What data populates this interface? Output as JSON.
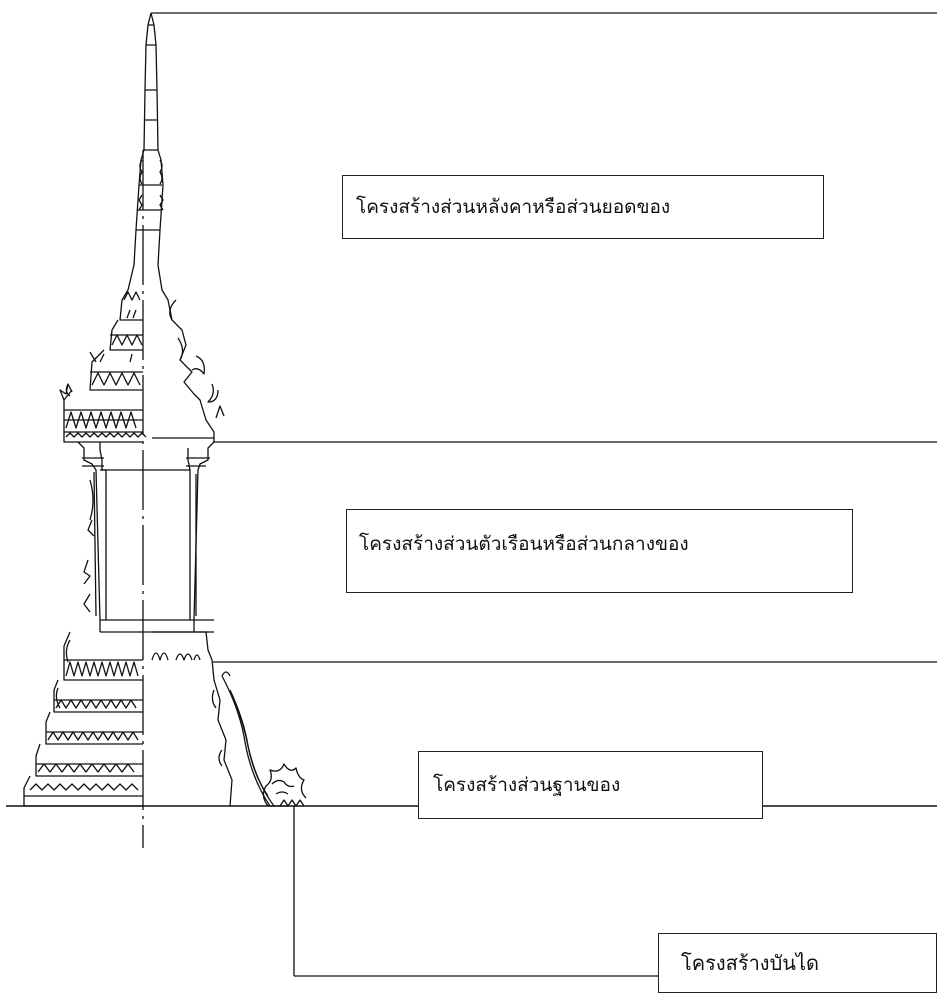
{
  "labels": {
    "roof": "โครงสร้างส่วนหลังคาหรือส่วนยอดของ",
    "body": "โครงสร้างส่วนตัวเรือนหรือส่วนกลางของ",
    "base": "โครงสร้างส่วนฐานของ",
    "stair": "โครงสร้างบันได"
  }
}
